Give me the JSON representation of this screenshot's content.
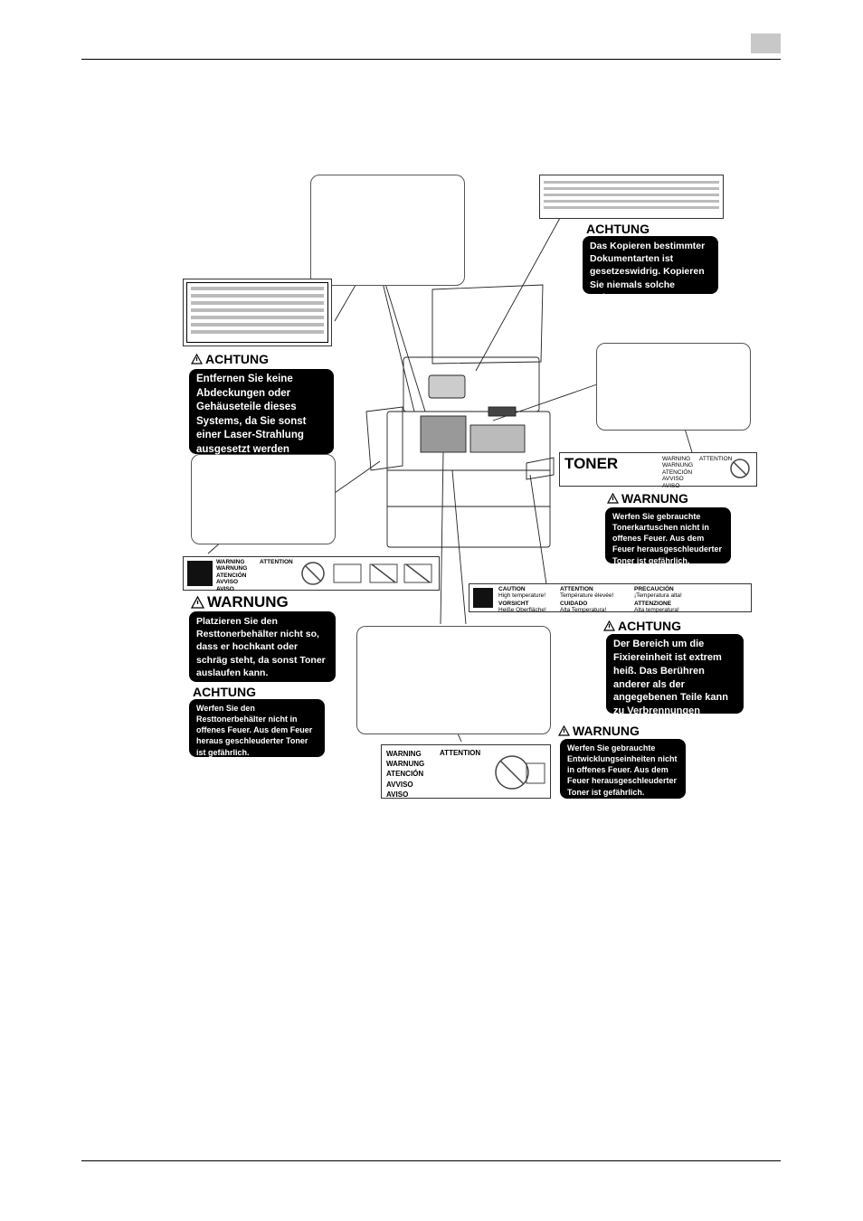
{
  "laser_label": {
    "caption": "ACHTUNG",
    "text": "Entfernen Sie keine Abdeckungen oder Gehäuseteile dieses Systems, da Sie sonst einer Laser-Strahlung ausgesetzt werden könnten."
  },
  "copy_label": {
    "caption": "ACHTUNG",
    "text": "Das Kopieren bestimmter Dokumentarten ist gesetzeswidrig. Kopieren Sie niemals solche Dokumente."
  },
  "toner_label": {
    "brand": "TONER",
    "caption": "WARNUNG",
    "text": "Werfen Sie gebrauchte Tonerkartuschen nicht in offenes Feuer. Aus dem Feuer herausgeschleuderter Toner ist gefährlich.",
    "warnings": [
      "WARNING",
      "ATTENTION",
      "WARNUNG",
      "ATENCIÓN",
      "AVVISO",
      "AVISO"
    ]
  },
  "waste_toner_label": {
    "caption1": "WARNUNG",
    "text1": "Platzieren Sie den Resttonerbehälter nicht so, dass er hochkant oder schräg steht, da sonst Toner auslaufen kann.",
    "caption2": "ACHTUNG",
    "text2": "Werfen Sie den Resttonerbehälter nicht in offenes Feuer. Aus dem Feuer heraus geschleuderter Toner ist gefährlich.",
    "warnings": [
      "WARNING",
      "ATTENTION",
      "WARNUNG",
      "ATENCIÓN",
      "AVVISO",
      "AVISO"
    ]
  },
  "fuser_label": {
    "caption": "ACHTUNG",
    "text": "Der Bereich um die Fixiereinheit ist extrem heiß. Das Berühren anderer als der angegebenen Teile kann zu Verbrennungen führen.",
    "strip": [
      {
        "title": "CAUTION",
        "sub": "High temperature!"
      },
      {
        "title": "ATTENTION",
        "sub": "Température élevée!"
      },
      {
        "title": "PRECAUCIÓN",
        "sub": "¡Temperatura alta!"
      },
      {
        "title": "VORSICHT",
        "sub": "Heiße Oberfläche!"
      },
      {
        "title": "CUIDADO",
        "sub": "Alta Temperatura!"
      },
      {
        "title": "ATTENZIONE",
        "sub": "Alta temperatura!"
      }
    ]
  },
  "developer_label": {
    "caption": "WARNUNG",
    "text": "Werfen Sie gebrauchte Entwicklungseinheiten nicht in offenes Feuer. Aus dem Feuer herausgeschleuderter Toner ist gefährlich.",
    "warnings": [
      "WARNING",
      "ATTENTION",
      "WARNUNG",
      "ATENCIÓN",
      "AVVISO",
      "AVISO"
    ]
  }
}
